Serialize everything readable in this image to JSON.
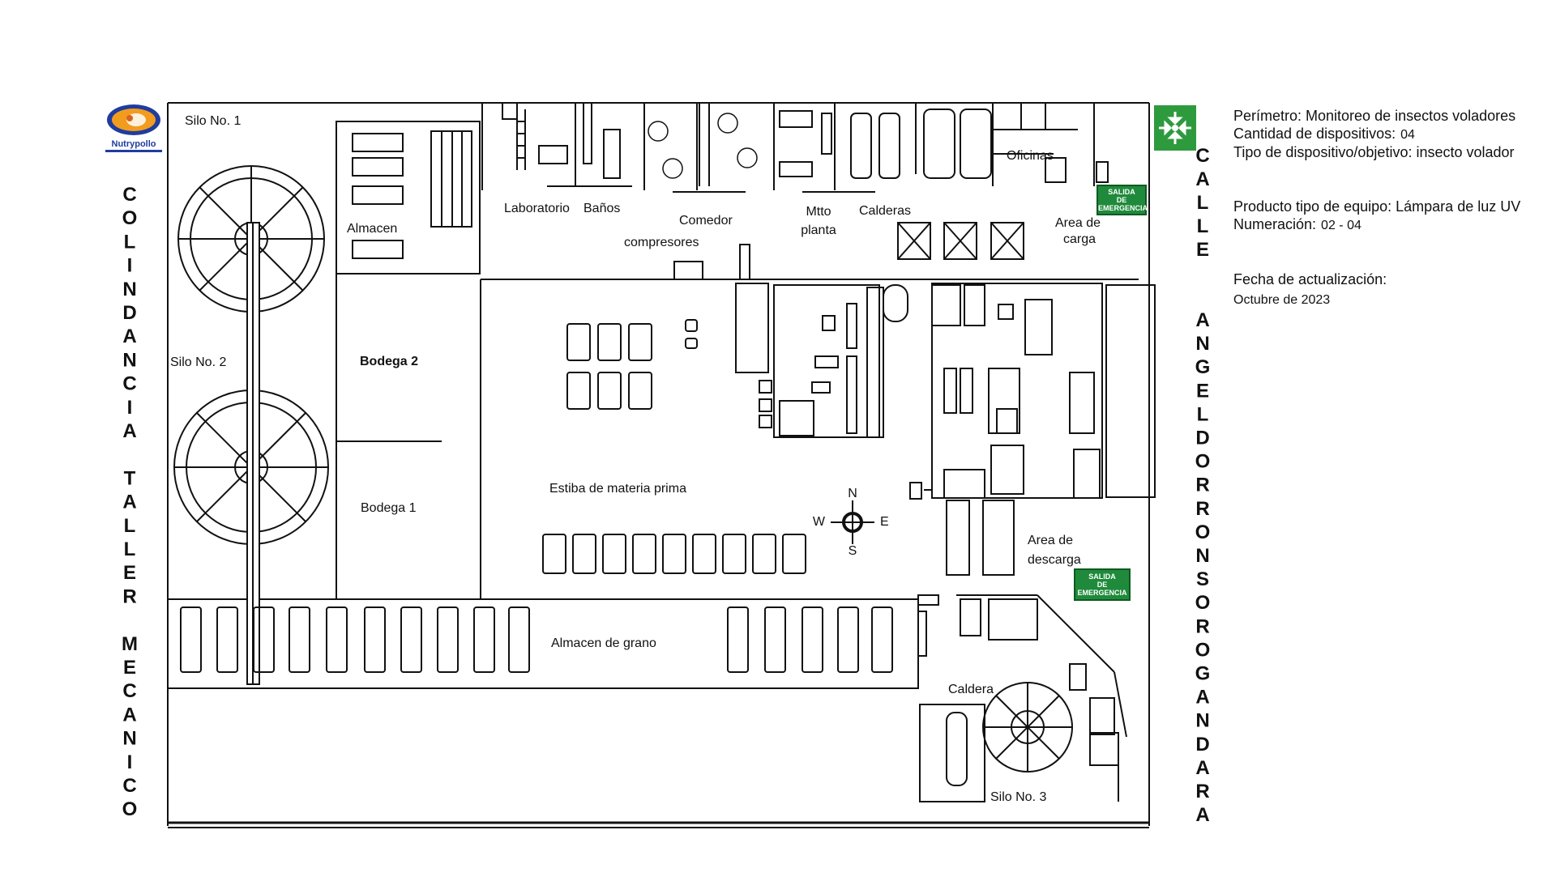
{
  "logo": {
    "text": "Nutrypollo"
  },
  "labels": {
    "silo1": "Silo No. 1",
    "silo2": "Silo No. 2",
    "silo3": "Silo No. 3",
    "almacen": "Almacen",
    "laboratorio": "Laboratorio",
    "banos": "Baños",
    "comedor": "Comedor",
    "compresores": "compresores",
    "mtto1": "Mtto",
    "mtto2": "planta",
    "calderas": "Calderas",
    "oficinas": "Oficinas",
    "area_carga1": "Area de",
    "area_carga2": "carga",
    "bodega2": "Bodega 2",
    "bodega1": "Bodega 1",
    "estiba": "Estiba de materia prima",
    "area_descarga1": "Area de",
    "area_descarga2": "descarga",
    "almacen_grano": "Almacen de grano",
    "caldera": "Caldera"
  },
  "compass": {
    "n": "N",
    "s": "S",
    "e": "E",
    "w": "W"
  },
  "emergency_exit": {
    "line1": "SALIDA",
    "line2": "DE",
    "line3": "EMERGENCIA"
  },
  "left_street": [
    "C",
    "O",
    "L",
    "I",
    "N",
    "D",
    "A",
    "N",
    "C",
    "I",
    "A",
    "",
    "T",
    "A",
    "L",
    "L",
    "E",
    "R",
    "",
    "M",
    "E",
    "C",
    "A",
    "N",
    "I",
    "C",
    "O"
  ],
  "calle": [
    "C",
    "A",
    "L",
    "L",
    "E"
  ],
  "right_street": [
    "A",
    "N",
    "G",
    "E",
    "L",
    "D",
    "O",
    "R",
    "R",
    "O",
    "N",
    "S",
    "O",
    "R",
    "O",
    "G",
    "A",
    "N",
    "D",
    "A",
    "R",
    "A"
  ],
  "info": {
    "perimetro": "Perímetro: Monitoreo de insectos voladores",
    "cantidad_label": "Cantidad de dispositivos:",
    "cantidad_value": "04",
    "tipo": "Tipo de dispositivo/objetivo: insecto volador",
    "producto": "Producto tipo de equipo: Lámpara de luz UV",
    "numeracion_label": "Numeración:",
    "numeracion_value": "02 - 04",
    "fecha_label": "Fecha de actualización:",
    "fecha_value": "Octubre de 2023"
  },
  "colors": {
    "exit_green": "#1f8a3b",
    "assembly_green": "#2e9a3e",
    "logo_blue": "#1f3c9e",
    "logo_orange": "#f29c1f"
  }
}
